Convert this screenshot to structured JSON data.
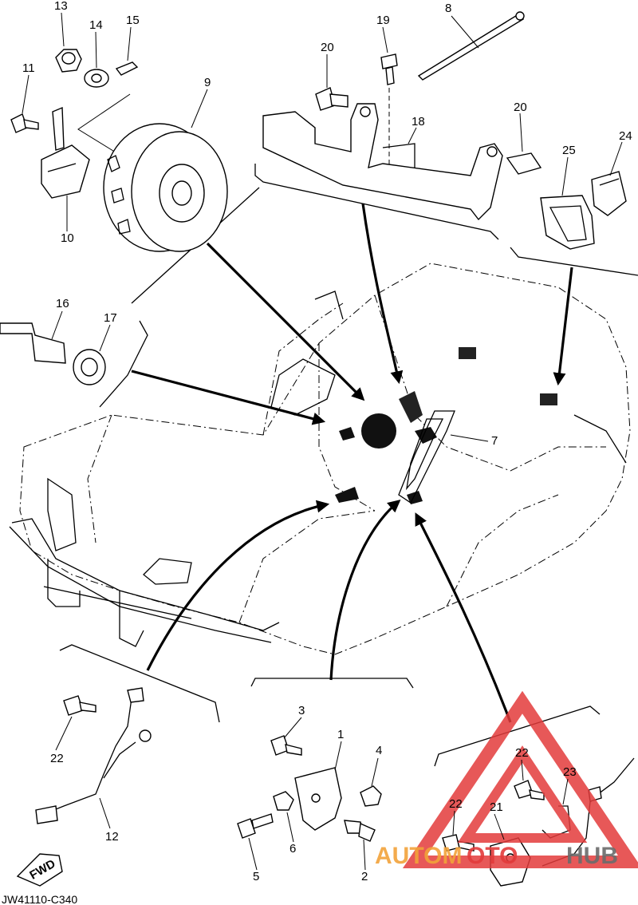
{
  "diagram_code": "JW41110-C340",
  "fwd_label": "FWD",
  "callouts": [
    "1",
    "2",
    "3",
    "4",
    "5",
    "6",
    "7",
    "8",
    "9",
    "10",
    "11",
    "12",
    "13",
    "14",
    "15",
    "16",
    "17",
    "18",
    "19",
    "20",
    "20",
    "21",
    "22",
    "22",
    "22",
    "23",
    "24",
    "25"
  ],
  "watermark": {
    "left": "AUTOM",
    "middle": "OTO",
    "right": "HUB"
  },
  "colors": {
    "line": "#000000",
    "watermark_red": "#e33b3b",
    "watermark_orange": "#f2a33a",
    "watermark_gray": "#6b6b6b"
  }
}
